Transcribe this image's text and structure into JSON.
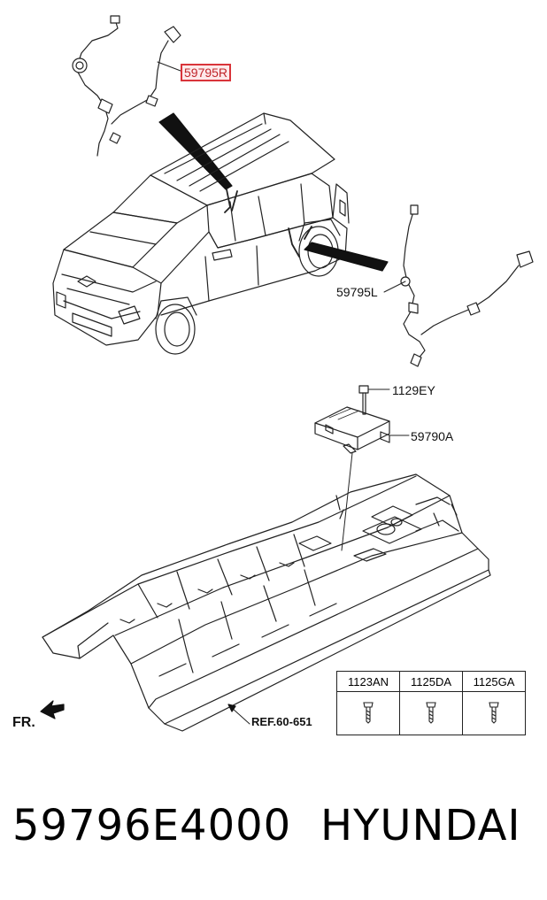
{
  "callouts": {
    "sensor_right": "59795R",
    "sensor_left": "59795L",
    "bolt": "1129EY",
    "module": "59790A"
  },
  "reference": "REF.60-651",
  "front_marker": "FR.",
  "fasteners_table": {
    "headers": [
      "1123AN",
      "1125DA",
      "1125GA"
    ]
  },
  "footer": {
    "part_number": "59796E4000",
    "brand": "HYUNDAI"
  },
  "colors": {
    "highlight": "#d9343a",
    "line": "#222222"
  }
}
